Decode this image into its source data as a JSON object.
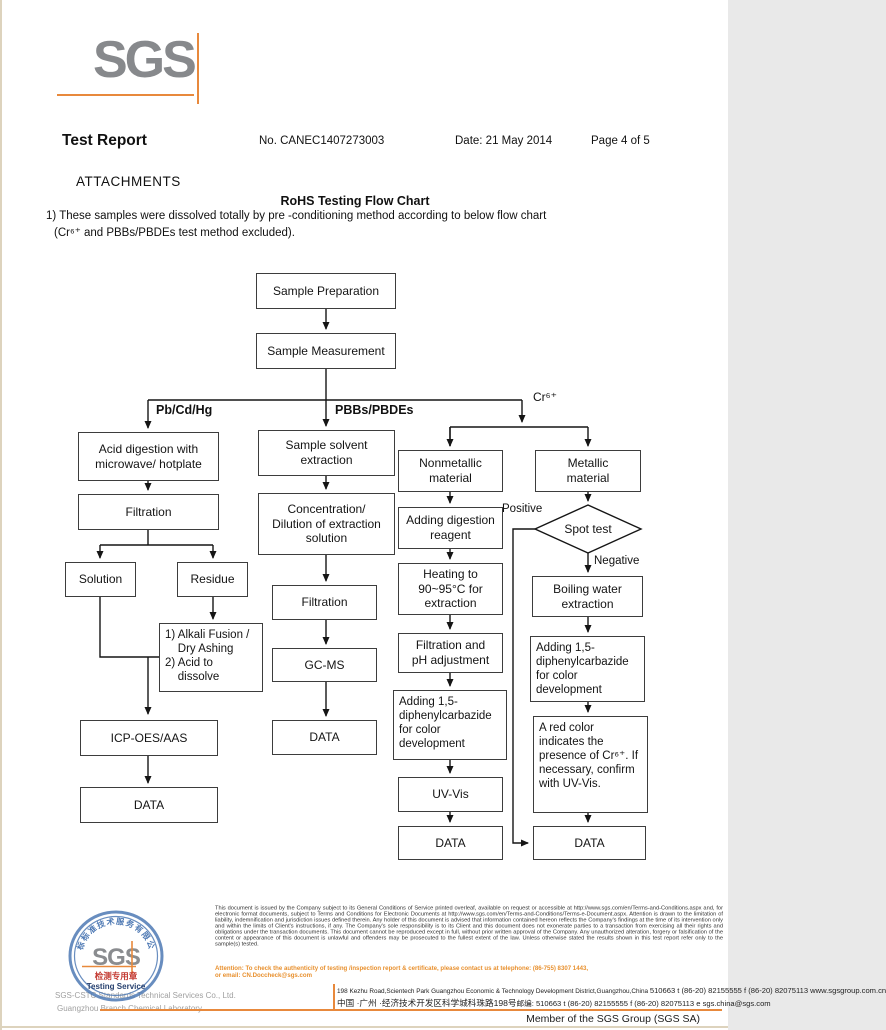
{
  "header": {
    "logo": "SGS",
    "title": "Test Report",
    "report_no": "No. CANEC1407273003",
    "date": "Date: 21 May 2014",
    "page": "Page 4 of 5"
  },
  "attachments": {
    "heading": "ATTACHMENTS",
    "chart_title": "RoHS Testing Flow Chart",
    "note1": "1) These samples were dissolved totally by pre -conditioning method according to below flow chart",
    "note2": "(Cr⁶⁺ and PBBs/PBDEs test method excluded)."
  },
  "flow": {
    "labels": {
      "pb_cd_hg": "Pb/Cd/Hg",
      "pbbs_pbdes": "PBBs/PBDEs",
      "cr6": "Cr⁶⁺",
      "positive": "Positive",
      "negative": "Negative"
    },
    "nodes": {
      "sample_preparation": "Sample Preparation",
      "sample_measurement": "Sample Measurement",
      "acid_digestion": "Acid digestion with\nmicrowave/ hotplate",
      "filtration1": "Filtration",
      "solution": "Solution",
      "residue": "Residue",
      "alkali": "1) Alkali Fusion /\n    Dry Ashing\n2) Acid to\n    dissolve",
      "icp": "ICP-OES/AAS",
      "data_pb": "DATA",
      "solvent": "Sample solvent\nextraction",
      "concentration": "Concentration/\nDilution of extraction\nsolution",
      "filtration2": "Filtration",
      "gcms": "GC-MS",
      "data_pbb": "DATA",
      "nonmetallic": "Nonmetallic\nmaterial",
      "adding_reagent": "Adding digestion\nreagent",
      "heating": "Heating to\n90~95°C for\nextraction",
      "filtration_ph": "Filtration and\npH adjustment",
      "adding_dpc_nm": "Adding 1,5-\ndiphenylcarbazide\nfor color\ndevelopment",
      "uv_vis": "UV-Vis",
      "data_nm": "DATA",
      "metallic": "Metallic\nmaterial",
      "spot_test": "Spot test",
      "boiling": "Boiling water\nextraction",
      "adding_dpc_m": "Adding 1,5-\ndiphenylcarbazide\nfor color\ndevelopment",
      "red_note": "A red color\nindicates the\npresence of Cr⁶⁺. If\nnecessary, confirm\nwith UV-Vis.",
      "data_m": "DATA"
    }
  },
  "footer": {
    "stamp": {
      "arc_text": "通标标准技术服务有限公司",
      "sgs": "SGS",
      "red_text": "检测专用章",
      "service_text": "Testing Service"
    },
    "company1": "SGS-CSTC Standards Technical Services Co., Ltd.",
    "company2": "Guangzhou Branch Chemical Laboratory",
    "legal": "This document is issued by the Company subject to its General Conditions of Service printed overleaf, available on request or accessible at http://www.sgs.com/en/Terms-and-Conditions.aspx and, for electronic format documents, subject to Terms and Conditions for Electronic Documents at http://www.sgs.com/en/Terms-and-Conditions/Terms-e-Document.aspx. Attention is drawn to the limitation of liability, indemnification and jurisdiction issues defined therein. Any holder of this document is advised that information contained hereon reflects the Company's findings at the time of its intervention only and within the limits of Client's instructions, if any. The Company's sole responsibility is to its Client and this document does not exonerate parties to a transaction from exercising all their rights and obligations under the transaction documents. This document cannot be reproduced except in full, without prior written approval of the Company. Any unauthorized alteration, forgery or falsification of the content or appearance of this document is unlawful and offenders may be prosecuted to the fullest extent of the law. Unless otherwise stated the results shown in this test report refer only to the sample(s) tested.",
    "attention": "Attention: To check the authenticity of testing /inspection report & certificate, please contact us at telephone: (86-755) 8307 1443,\nor email: CN.Doccheck@sgs.com",
    "addr_en": "198 Kezhu Road,Scientech Park Guangzhou Economic & Technology Development District,Guangzhou,China ",
    "nums_en": "510663   t (86-20) 82155555   f (86-20) 82075113   www.sgsgroup.com.cn",
    "addr_cn": "中国 ·广州 ·经济技术开发区科学城科珠路198号",
    "nums_cn": "邮编: 510663   t (86-20) 82155555   f (86-20) 82075113   e  sgs.china@sgs.com",
    "member": "Member of the SGS Group (SGS SA)"
  },
  "colors": {
    "accent_orange": "#e8893c",
    "stamp_blue": "#4e79b4",
    "stamp_red": "#c43b33",
    "logo_gray": "#87898c"
  }
}
